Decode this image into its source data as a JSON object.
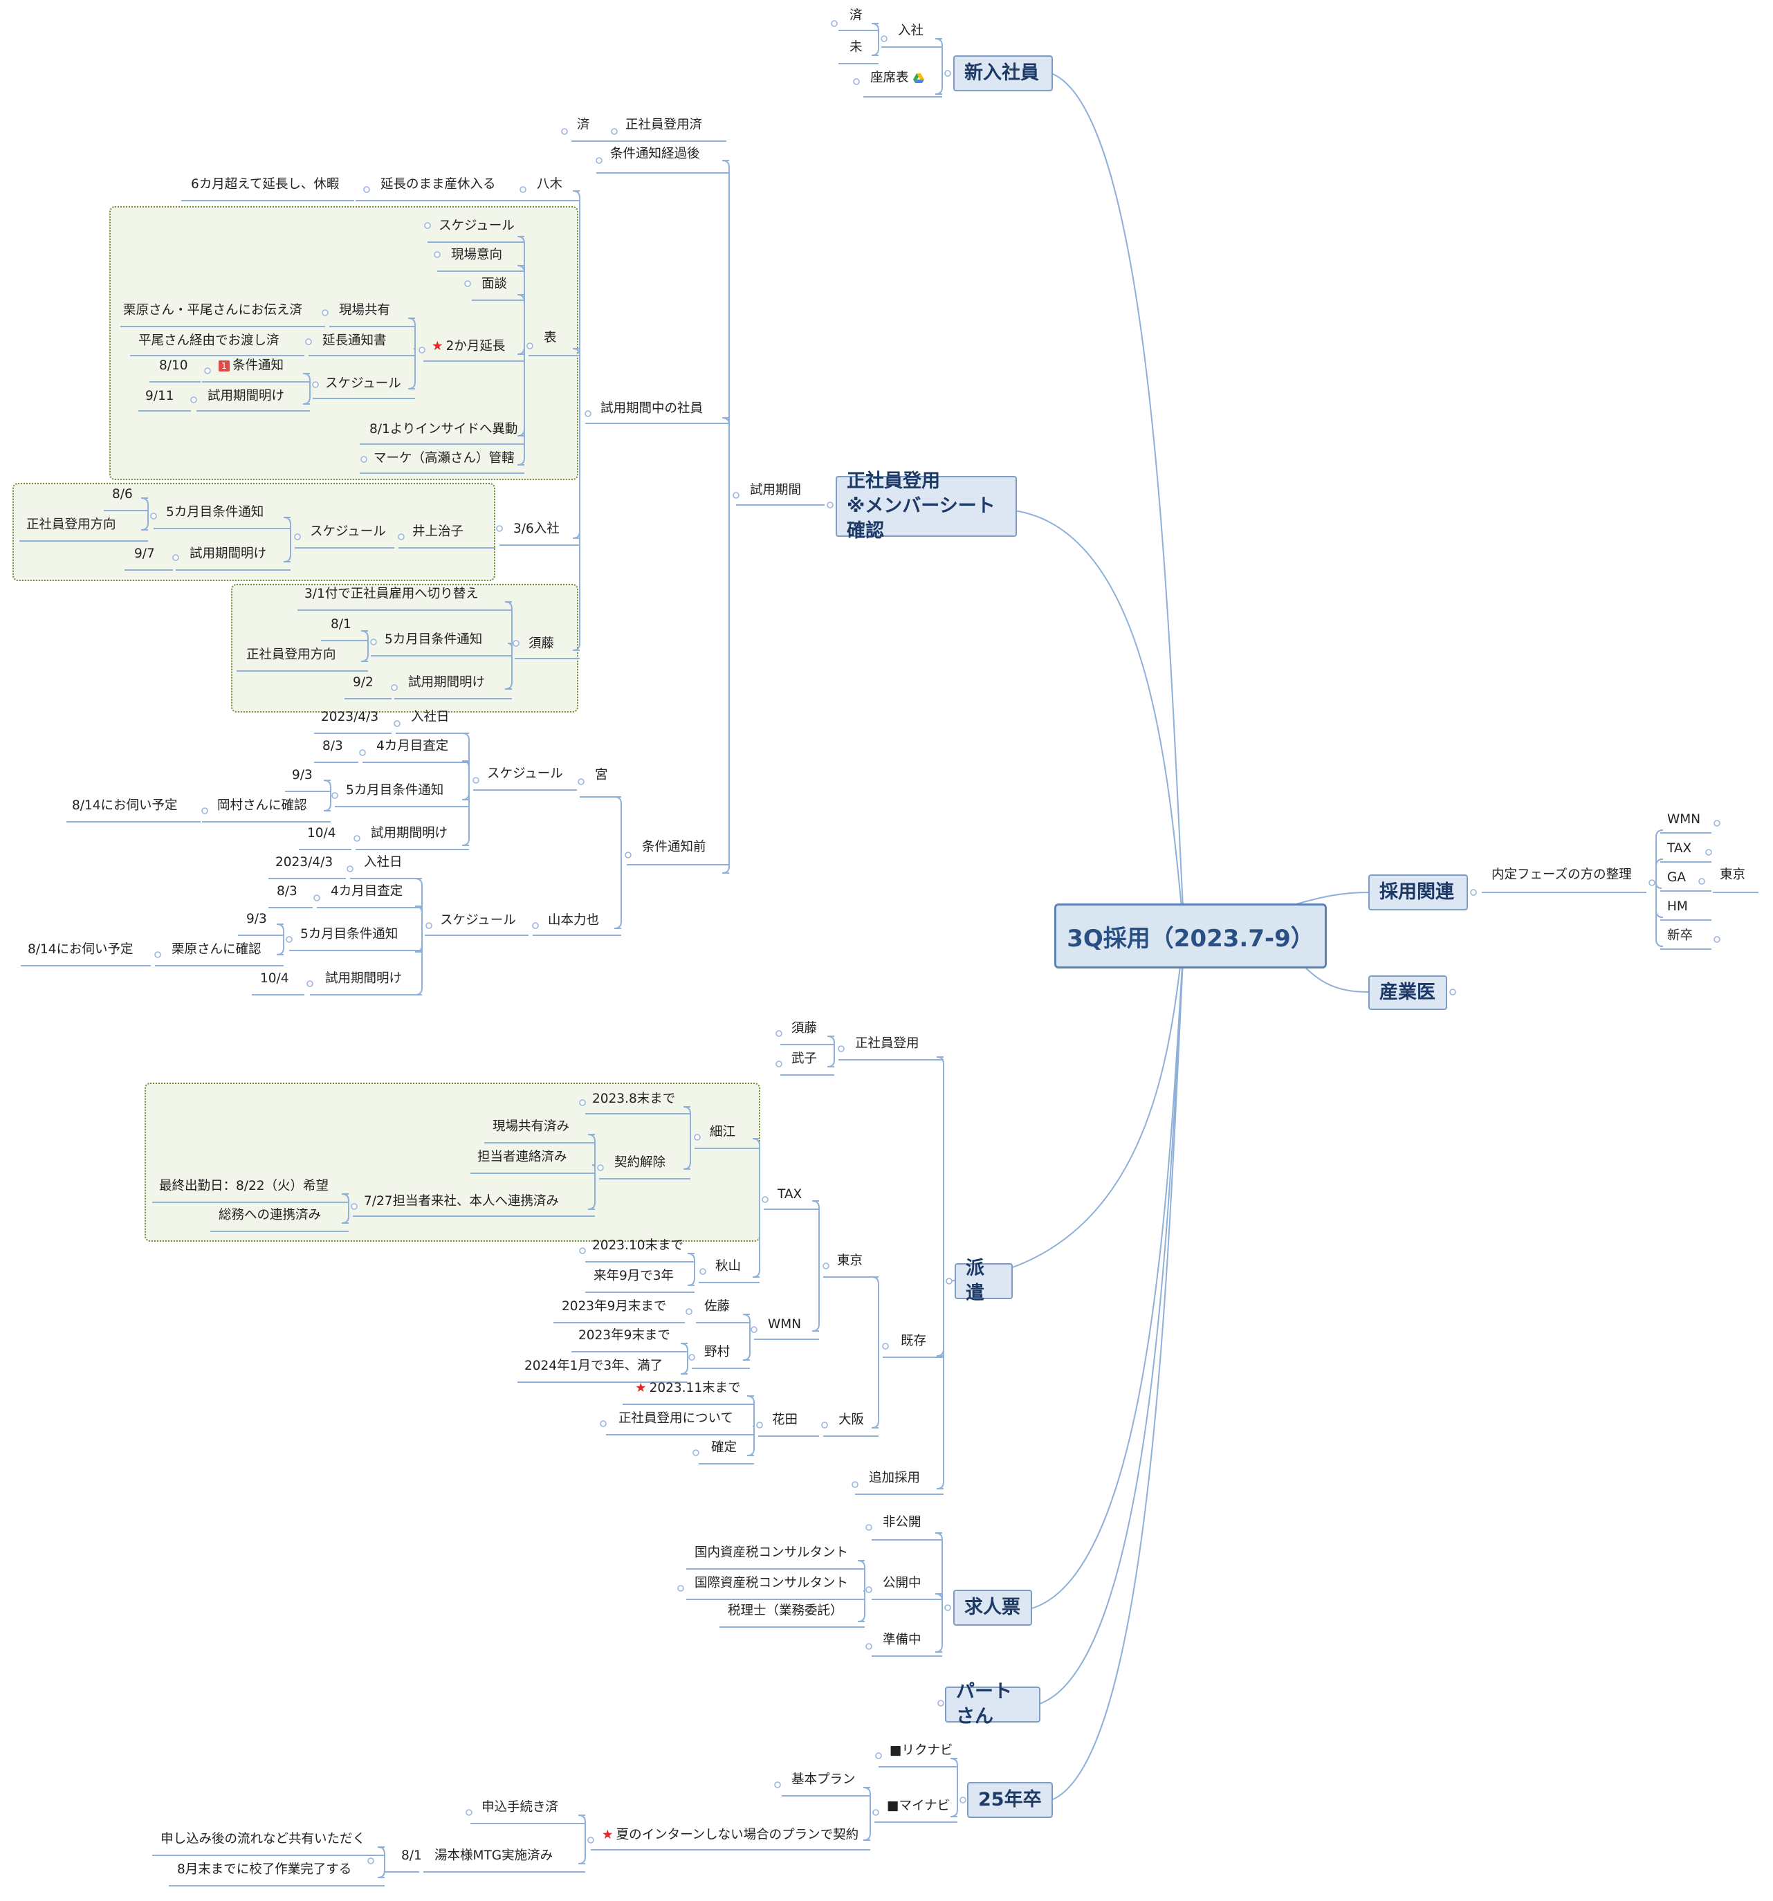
{
  "root": {
    "label": "3Q採用（2023.7-9）"
  },
  "main_topics": {
    "new_employee": "新入社員",
    "regular": [
      "正社員登用",
      "※メンバーシート確認"
    ],
    "hiring": "採用関連",
    "doctor": "産業医",
    "haken": "派遣",
    "kyujin": "求人票",
    "part": "パートさん",
    "grad25": "25年卒"
  },
  "new_employee": {
    "nyusha": "入社",
    "sumi": "済",
    "mi": "未",
    "zaseki": "座席表"
  },
  "hiring": {
    "naitei": "内定フェーズの方の整理",
    "items": [
      "WMN",
      "TAX",
      "GA",
      "HM",
      "新卒"
    ],
    "tokyo": "東京"
  },
  "regular": {
    "torokusumi": "正社員登用済",
    "sumi": "済",
    "joken_after": "条件通知経過後",
    "yagi": "八木",
    "encho_sanky": "延長のまま産休入る",
    "encho_kyuka": "6カ月超えて延長し、休暇",
    "shiyo": "試用期間",
    "shiyo_chu": "試用期間中の社員",
    "omote": "表",
    "schedule": "スケジュール",
    "genba_iko": "現場意向",
    "mendan": "面談",
    "encho2": "2か月延長",
    "genba_kyoyu": "現場共有",
    "kurihara": "栗原さん・平尾さんにお伝え済",
    "encho_tsuchi": "延長通知書",
    "hirao": "平尾さん経由でお渡し済",
    "schedule2": "スケジュール",
    "joken_tsuchi": "条件通知",
    "d810": "8/10",
    "shiyo_ake": "試用期間明け",
    "d911": "9/11",
    "inside": "8/1よりインサイドへ異動",
    "marke": "マーケ（高瀬さん）管轄",
    "d36": "3/6入社",
    "inoue": "井上治子",
    "schedule3": "スケジュール",
    "joken5": "5カ月目条件通知",
    "d86": "8/6",
    "hoko": "正社員登用方向",
    "shiyo_ake2": "試用期間明け",
    "d97": "9/7",
    "sudo": "須藤",
    "kirikae": "3/1付で正社員雇用へ切り替え",
    "joken5b": "5カ月目条件通知",
    "d81": "8/1",
    "hoko2": "正社員登用方向",
    "shiyo_ake3": "試用期間明け",
    "d92": "9/2",
    "joken_before": "条件通知前",
    "miya": "宮",
    "m_schedule": "スケジュール",
    "m_nyushabi": "入社日",
    "m_d1": "2023/4/3",
    "m_satei": "4カ月目査定",
    "m_d2": "8/3",
    "m_joken": "5カ月目条件通知",
    "m_d3": "9/3",
    "m_okamura": "岡村さんに確認",
    "m_yotei": "8/14にお伺い予定",
    "m_ake": "試用期間明け",
    "m_d4": "10/4",
    "yamamoto": "山本力也",
    "y_schedule": "スケジュール",
    "y_nyushabi": "入社日",
    "y_d1": "2023/4/3",
    "y_satei": "4カ月目査定",
    "y_d2": "8/3",
    "y_joken": "5カ月目条件通知",
    "y_d3": "9/3",
    "y_kurihara": "栗原さんに確認",
    "y_yotei": "8/14にお伺い予定",
    "y_ake": "試用期間明け",
    "y_d4": "10/4"
  },
  "haken": {
    "seishain": "正社員登用",
    "sudo": "須藤",
    "takeko": "武子",
    "kison": "既存",
    "tokyo": "東京",
    "tax": "TAX",
    "hosoe": "細江",
    "h_made": "2023.8末まで",
    "keiyaku": "契約解除",
    "genba_zumi": "現場共有済み",
    "tanto_zumi": "担当者連絡済み",
    "rai_sha": "7/27担当者来社、本人へ連携済み",
    "saishu": "最終出勤日：8/22（火）希望",
    "somu": "総務への連携済み",
    "akiyama": "秋山",
    "a_made": "2023.10末まで",
    "a_3nen": "来年9月で3年",
    "wmn": "WMN",
    "sato": "佐藤",
    "s_made": "2023年9月末まで",
    "nomura": "野村",
    "n_made": "2023年9末まで",
    "n_manryo": "2024年1月で3年、満了",
    "osaka": "大阪",
    "hanada": "花田",
    "hn_made": "2023.11末まで",
    "hn_seishain": "正社員登用について",
    "hn_kakutei": "確定",
    "tsuika": "追加採用"
  },
  "kyujin": {
    "hikokai": "非公開",
    "kokaichu": "公開中",
    "junbichu": "準備中",
    "kokunai": "国内資産税コンサルタント",
    "kokusai": "国際資産税コンサルタント",
    "zeirishi": "税理士（業務委託）"
  },
  "grad25": {
    "rikunabi": "■リクナビ",
    "mynavi": "■マイナビ",
    "kihon": "基本プラン",
    "natsu": "夏のインターンしない場合のプランで契約",
    "moshikomi": "申込手続き済",
    "yumoto": "湯本様MTG実施済み",
    "d81": "8/1",
    "nagare": "申し込み後の流れなど共有いただく",
    "kosei": "8月末までに校了作業完了する"
  },
  "colors": {
    "line": "#8fb0d8",
    "main_border": "#7d9dc5",
    "boundary": "#6f8a3a",
    "star": "#e02828"
  }
}
